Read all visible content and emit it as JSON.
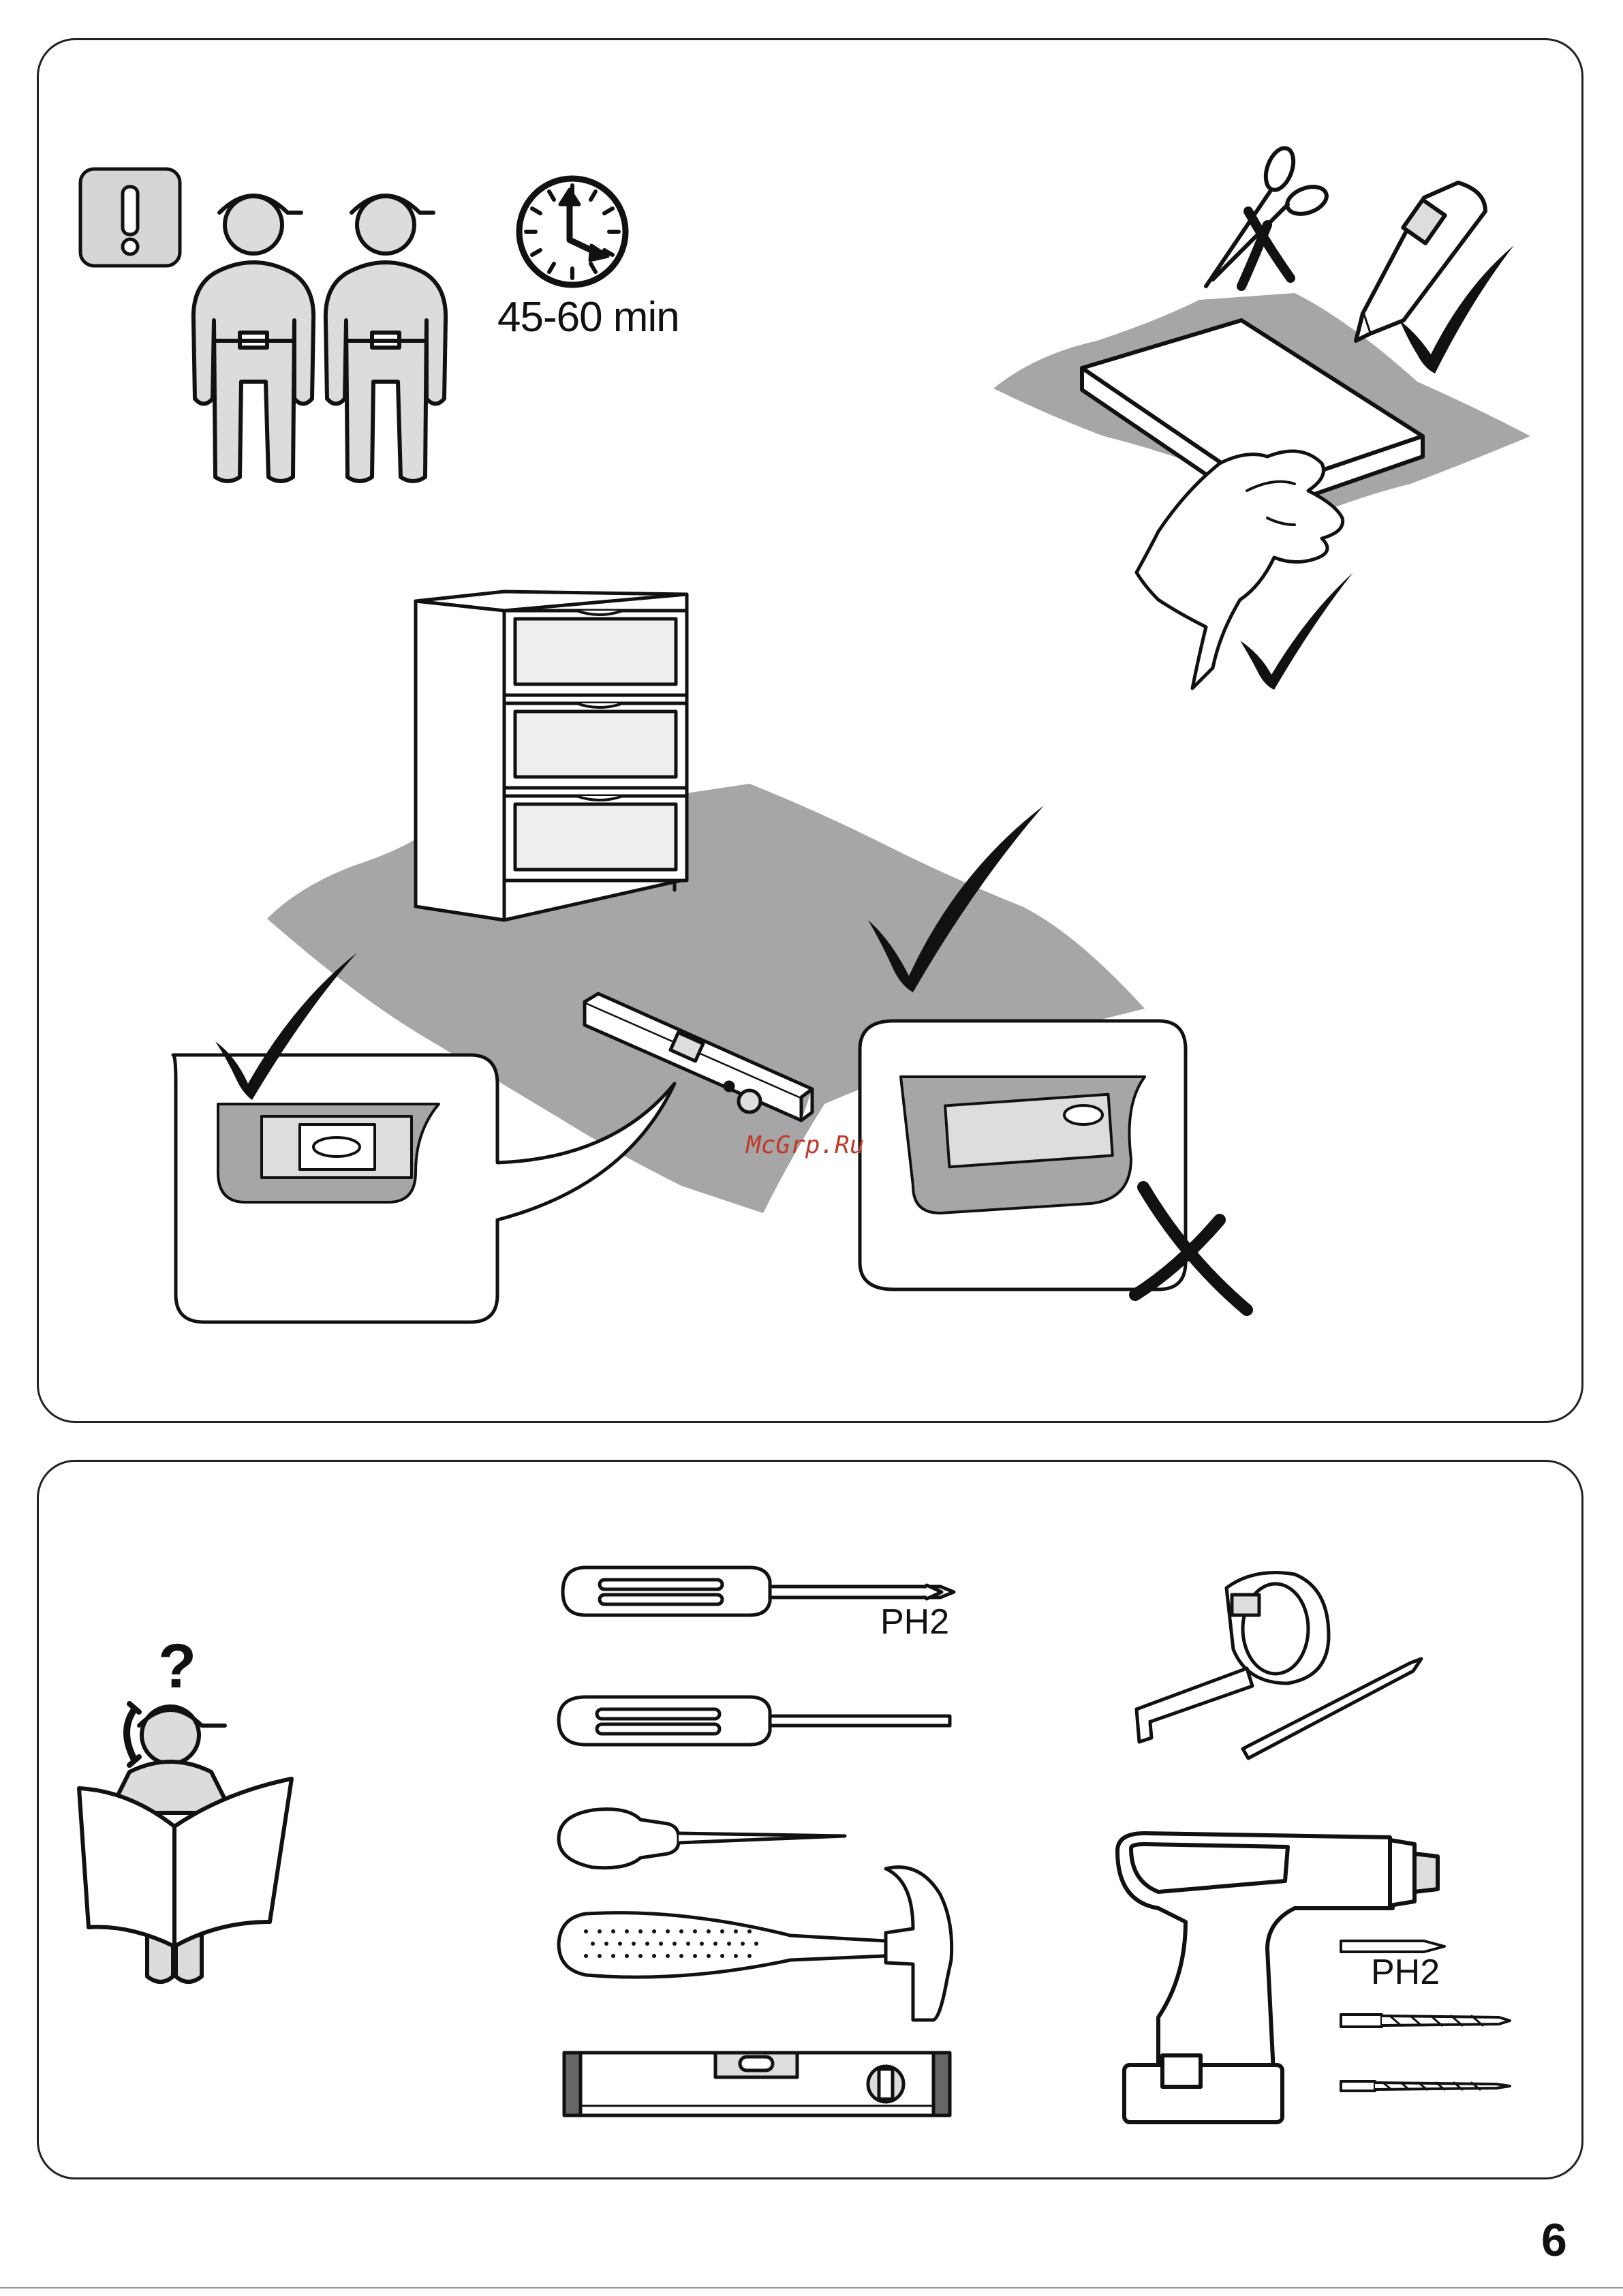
{
  "step": {
    "duration_label": "45-60 min"
  },
  "tools": {
    "screwdriver_bit_label": "PH2",
    "drill_bit_label": "PH2"
  },
  "watermark": "McGrp.Ru",
  "page_number": "6",
  "colors": {
    "ink": "#111111",
    "floor_grey": "#a6a6a6",
    "warning_box": "#d6d6d6",
    "person_fill": "#dcdcdc",
    "watermark": "#c0392b"
  },
  "icons": [
    "warning-icon",
    "person-icon",
    "clock-icon",
    "scissors-icon",
    "utility-knife-icon",
    "check-icon",
    "cross-icon",
    "chest-of-drawers",
    "spirit-level-icon",
    "person-reading-instructions-icon",
    "phone-icon",
    "question-mark-icon",
    "phillips-screwdriver-icon",
    "flat-screwdriver-icon",
    "awl-icon",
    "hammer-icon",
    "tape-measure-icon",
    "pencil-icon",
    "cordless-drill-icon",
    "drill-bit-icon"
  ]
}
